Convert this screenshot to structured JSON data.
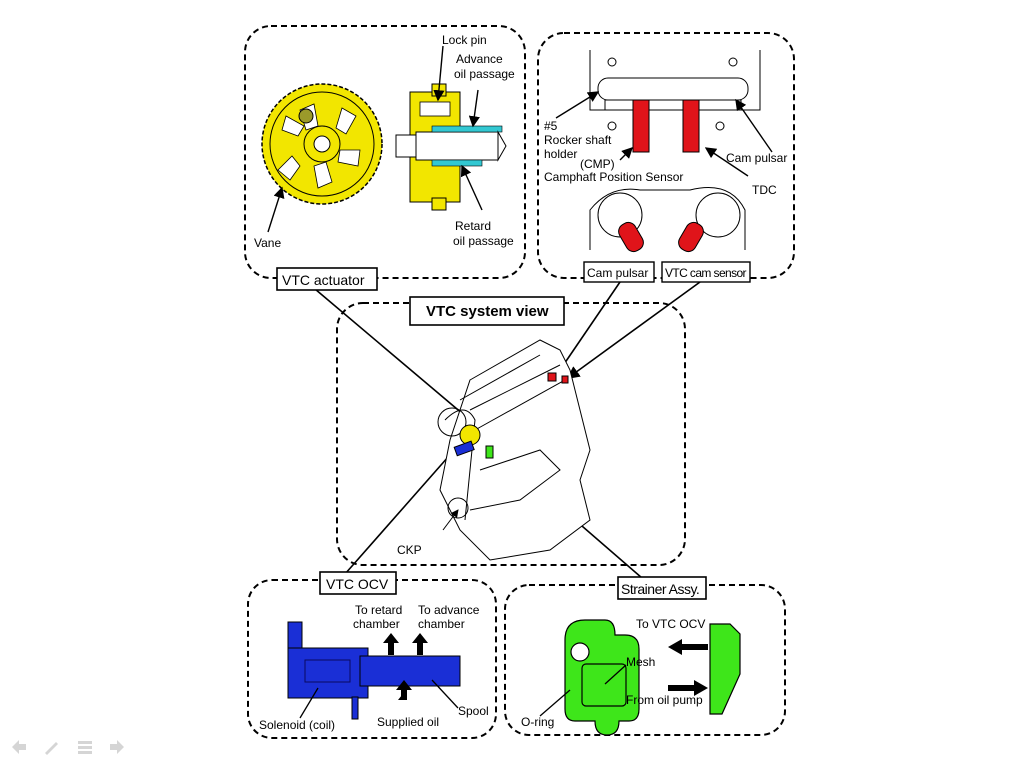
{
  "slide": {
    "title": "VTC system view",
    "panels": {
      "actuator": {
        "caption": "VTC actuator",
        "labels": {
          "lock_pin": "Lock pin",
          "advance_1": "Advance",
          "advance_2": "oil passage",
          "retard_1": "Retard",
          "retard_2": "oil passage",
          "vane": "Vane"
        }
      },
      "sensor": {
        "caption_pulsar": "Cam pulsar",
        "caption_sensor": "VTC cam sensor",
        "labels": {
          "num5": "#5",
          "rocker_1": "Rocker shaft",
          "rocker_2": "holder",
          "cmp": "(CMP)",
          "cmp_full": "Camphaft Position Sensor",
          "cam_pulsar": "Cam pulsar",
          "tdc": "TDC"
        }
      },
      "system": {
        "labels": {
          "ckp": "CKP"
        }
      },
      "ocv": {
        "caption": "VTC OCV",
        "labels": {
          "retard_1": "To retard",
          "retard_2": "chamber",
          "advance_1": "To advance",
          "advance_2": "chamber",
          "solenoid": "Solenoid (coil)",
          "supplied": "Supplied oil",
          "spool": "Spool"
        }
      },
      "strainer": {
        "caption": "Strainer Assy.",
        "labels": {
          "to_ocv": "To VTC OCV",
          "mesh": "Mesh",
          "from_pump": "From oil pump",
          "oring": "O-ring"
        }
      }
    },
    "colors": {
      "actuator": "#f2e600",
      "sensor": "#e0141a",
      "ocv": "#1a2fd6",
      "strainer": "#3ee61a",
      "passage": "#32c8d2"
    }
  },
  "navigation": {
    "prev": "arrow-left-icon",
    "pen": "pen-icon",
    "menu": "menu-icon",
    "next": "arrow-right-icon"
  }
}
